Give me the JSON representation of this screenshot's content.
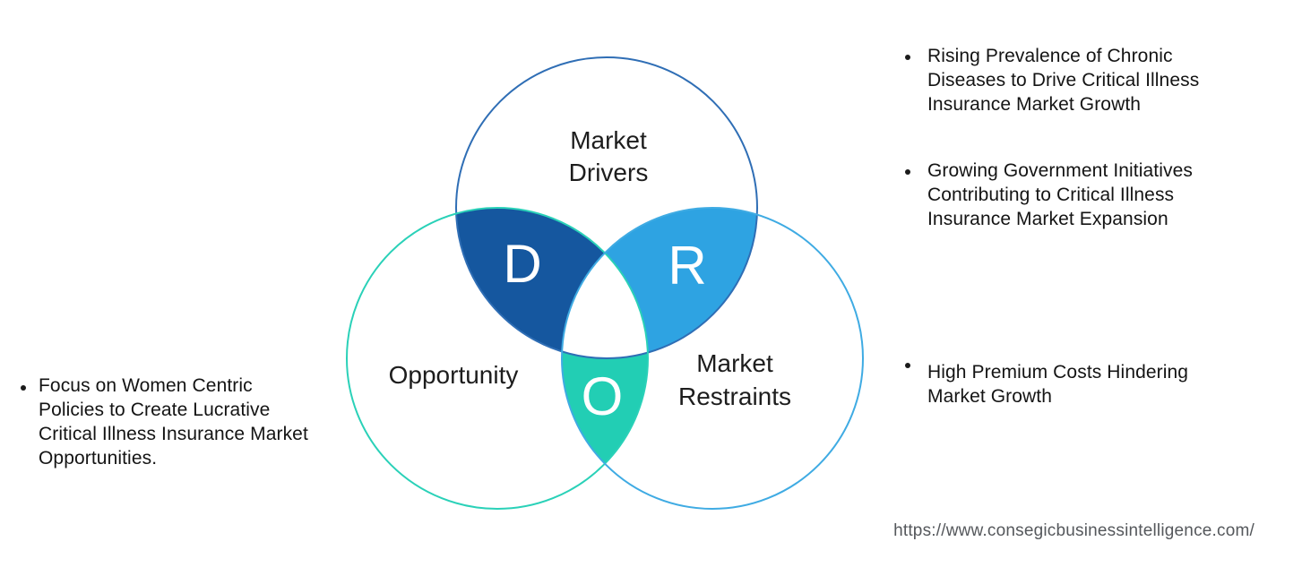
{
  "venn": {
    "label_color": "#1d1d1d",
    "letter_color": "#ffffff",
    "drivers": {
      "label_lines": [
        "Market",
        "Drivers"
      ],
      "letter": "D",
      "fill": "#15579F",
      "stroke": "#2F6EB5"
    },
    "restraints": {
      "label_lines": [
        "Market",
        "Restraints"
      ],
      "letter": "R",
      "fill": "#2EA3E2",
      "stroke": "#3FABE3"
    },
    "opportunity": {
      "label_lines": [
        "Opportunity"
      ],
      "letter": "O",
      "fill": "#22CEB4",
      "stroke": "#2AD1B8"
    },
    "center_fill": "#FFFFFF"
  },
  "left_notes": [
    {
      "text": "Focus on Women Centric\nPolicies to Create Lucrative\nCritical Illness Insurance Market\nOpportunities."
    }
  ],
  "right_notes": [
    {
      "text": "Rising Prevalence of Chronic\nDiseases to Drive Critical Illness\nInsurance Market Growth"
    },
    {
      "text": "Growing Government Initiatives\nContributing to Critical Illness\nInsurance Market Expansion"
    },
    {
      "text": "High Premium Costs Hindering\nMarket Growth"
    }
  ],
  "footer": {
    "url": "https://www.consegicbusinessintelligence.com/"
  }
}
